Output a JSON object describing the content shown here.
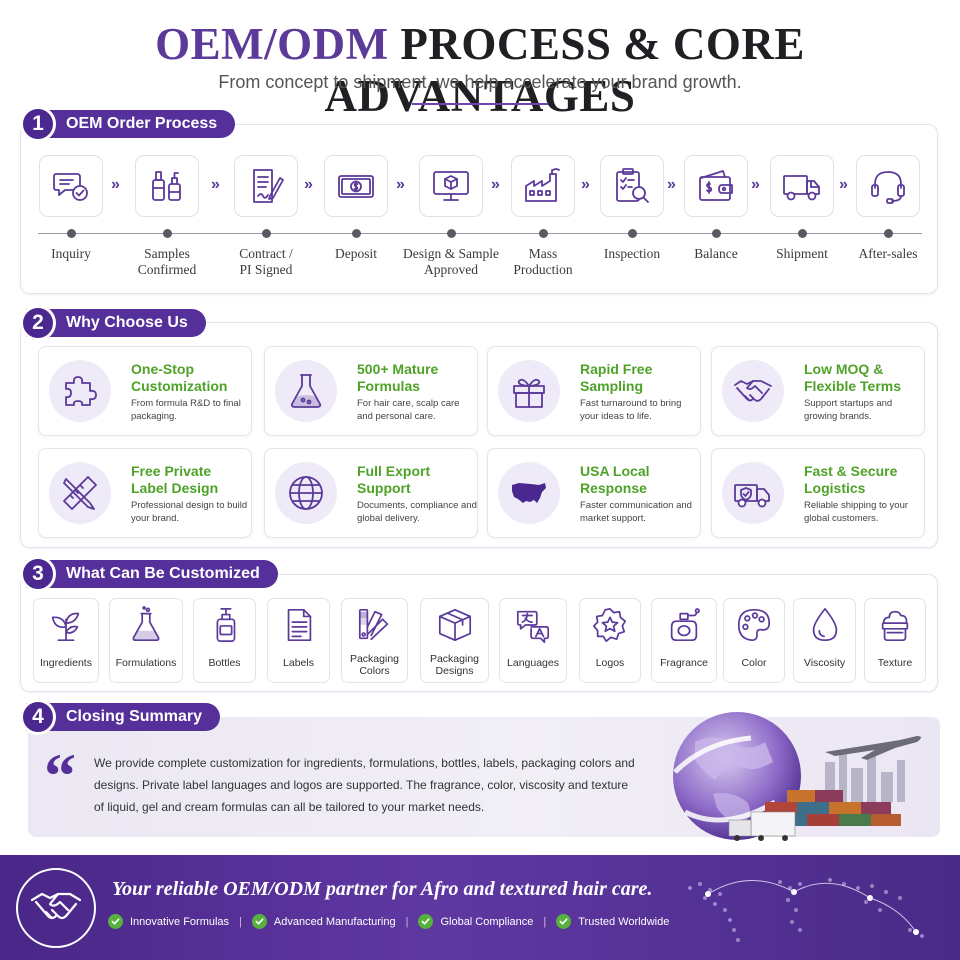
{
  "header": {
    "title_part1": "OEM/ODM",
    "title_part2": "PROCESS & CORE ADVANTAGES",
    "subtitle": "From concept to shipment, we help accelerate your brand growth."
  },
  "section1": {
    "number": "1",
    "title": "OEM Order Process",
    "steps": [
      {
        "label_l1": "Inquiry",
        "label_l2": "",
        "icon": "chat-check-icon"
      },
      {
        "label_l1": "Samples",
        "label_l2": "Confirmed",
        "icon": "sample-bottles-icon"
      },
      {
        "label_l1": "Contract /",
        "label_l2": "PI Signed",
        "icon": "contract-icon"
      },
      {
        "label_l1": "Deposit",
        "label_l2": "",
        "icon": "banknote-icon"
      },
      {
        "label_l1": "Design & Sample",
        "label_l2": "Approved",
        "icon": "monitor-box-icon"
      },
      {
        "label_l1": "Mass",
        "label_l2": "Production",
        "icon": "factory-icon"
      },
      {
        "label_l1": "Inspection",
        "label_l2": "",
        "icon": "clipboard-search-icon"
      },
      {
        "label_l1": "Balance",
        "label_l2": "",
        "icon": "wallet-icon"
      },
      {
        "label_l1": "Shipment",
        "label_l2": "",
        "icon": "truck-icon"
      },
      {
        "label_l1": "After-sales",
        "label_l2": "",
        "icon": "headset-icon"
      }
    ],
    "arrow": "»"
  },
  "section2": {
    "number": "2",
    "title": "Why Choose Us",
    "cards": [
      {
        "title": "One-Stop Customization",
        "desc": "From formula R&D to final packaging.",
        "icon": "puzzle-icon"
      },
      {
        "title": "500+ Mature Formulas",
        "desc": "For hair care, scalp care and personal care.",
        "icon": "flask-icon"
      },
      {
        "title": "Rapid Free Sampling",
        "desc": "Fast turnaround to bring your ideas to life.",
        "icon": "gift-icon"
      },
      {
        "title": "Low MOQ & Flexible Terms",
        "desc": "Support startups and growing brands.",
        "icon": "handshake-icon"
      },
      {
        "title": "Free Private Label Design",
        "desc": "Professional design to build your brand.",
        "icon": "ruler-pencil-icon"
      },
      {
        "title": "Full Export Support",
        "desc": "Documents, compliance and global delivery.",
        "icon": "globe-icon"
      },
      {
        "title": "USA Local Response",
        "desc": "Faster communication and market support.",
        "icon": "usa-map-icon"
      },
      {
        "title": "Fast & Secure Logistics",
        "desc": "Reliable shipping to your global customers.",
        "icon": "shield-truck-icon"
      }
    ]
  },
  "section3": {
    "number": "3",
    "title": "What Can Be Customized",
    "items": [
      {
        "l1": "Ingredients",
        "l2": "",
        "icon": "plant-icon"
      },
      {
        "l1": "Formulations",
        "l2": "",
        "icon": "beaker-icon"
      },
      {
        "l1": "Bottles",
        "l2": "",
        "icon": "pump-bottle-icon"
      },
      {
        "l1": "Labels",
        "l2": "",
        "icon": "label-doc-icon"
      },
      {
        "l1": "Packaging",
        "l2": "Colors",
        "icon": "color-swatch-icon"
      },
      {
        "l1": "Packaging",
        "l2": "Designs",
        "icon": "package-box-icon"
      },
      {
        "l1": "Languages",
        "l2": "",
        "icon": "translate-icon"
      },
      {
        "l1": "Logos",
        "l2": "",
        "icon": "star-badge-icon"
      },
      {
        "l1": "Fragrance",
        "l2": "",
        "icon": "perfume-icon"
      },
      {
        "l1": "Color",
        "l2": "",
        "icon": "palette-icon"
      },
      {
        "l1": "Viscosity",
        "l2": "",
        "icon": "droplet-icon"
      },
      {
        "l1": "Texture",
        "l2": "",
        "icon": "cream-jar-icon"
      }
    ]
  },
  "section4": {
    "number": "4",
    "title": "Closing Summary",
    "quote_mark": "“",
    "text": "We provide complete customization for ingredients, formulations, bottles, labels, packaging colors and designs. Private label languages and logos are supported. The fragrance, color, viscosity and texture of liquid, gel and cream formulas can all be tailored to your market needs."
  },
  "footer": {
    "tagline": "Your reliable OEM/ODM partner for Afro and textured hair care.",
    "items": [
      "Innovative Formulas",
      "Advanced Manufacturing",
      "Global Compliance",
      "Trusted Worldwide"
    ],
    "separator": "|"
  },
  "colors": {
    "purple": "#55309b",
    "green": "#4fa228",
    "dark_text": "#1f1f24"
  }
}
